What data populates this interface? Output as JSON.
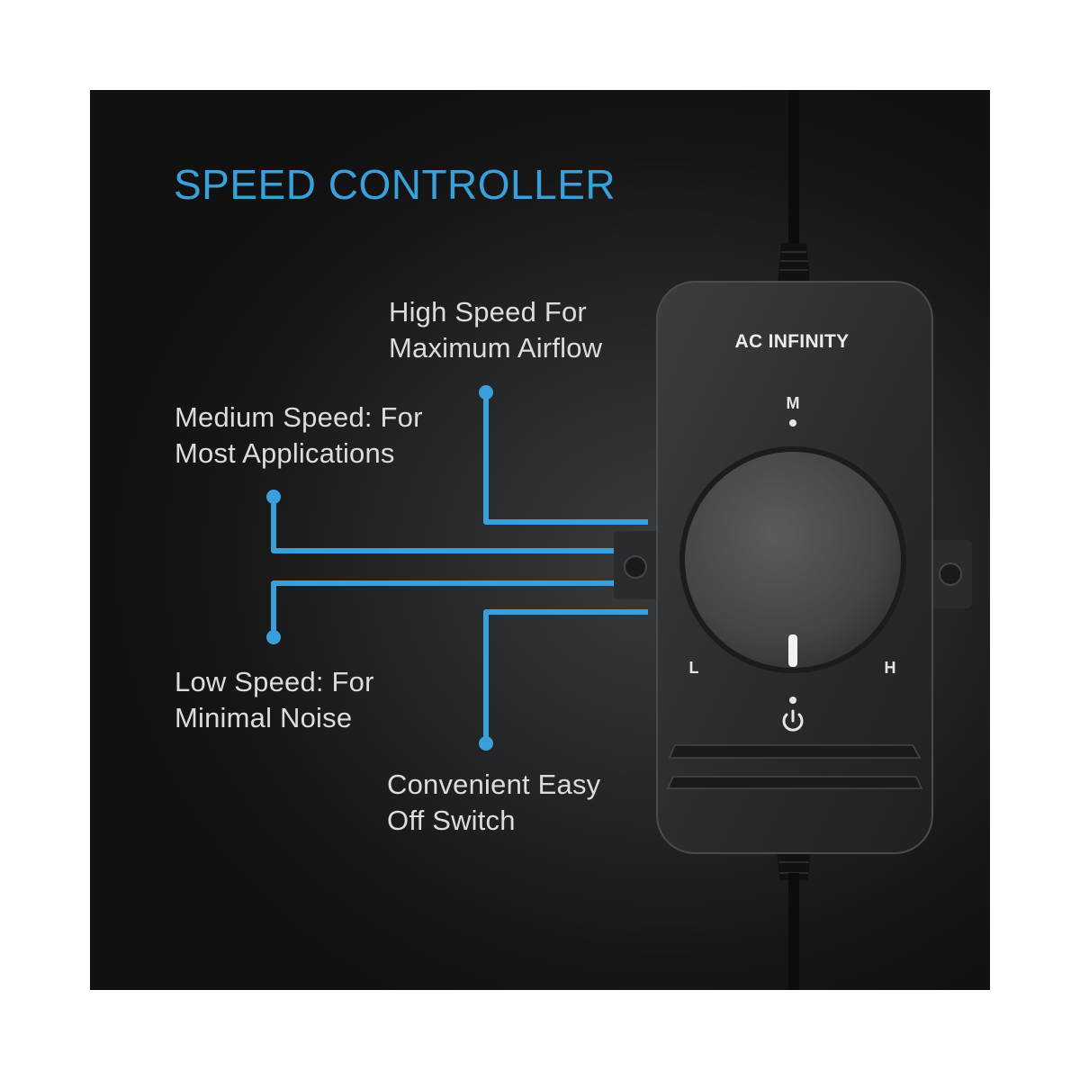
{
  "title": "SPEED CONTROLLER",
  "brand": "AC INFINITY",
  "captions": {
    "high": {
      "line1": "High Speed For",
      "line2": "Maximum Airflow"
    },
    "medium": {
      "line1": "Medium Speed: For",
      "line2": "Most Applications"
    },
    "low": {
      "line1": "Low Speed: For",
      "line2": "Minimal Noise"
    },
    "off": {
      "line1": "Convenient Easy",
      "line2": "Off Switch"
    }
  },
  "dial_marks": {
    "medium": "M",
    "low": "L",
    "high": "H"
  },
  "icons": {
    "off_switch": "power-icon"
  },
  "colors": {
    "accent": "#3aa0dc",
    "background": "#1b1b1c",
    "text": "#dcdcdc"
  }
}
